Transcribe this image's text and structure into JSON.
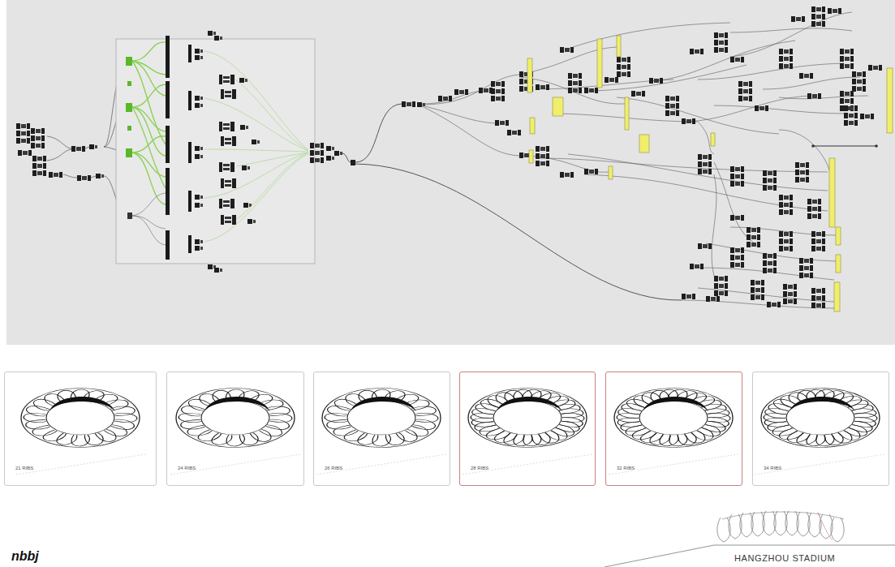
{
  "diagram": {
    "nodes": [
      {
        "text": [
          "21 RIBS"
        ]
      },
      {
        "text": [
          "24 RIBS"
        ]
      },
      {
        "text": [
          "26 RIBS"
        ]
      },
      {
        "text": [
          "28 RIBS"
        ]
      },
      {
        "text": [
          "32 RIBS"
        ]
      },
      {
        "text": [
          "34 RIBS"
        ]
      }
    ],
    "labels": [
      "nbbj",
      "HANGZHOU STADIUM"
    ]
  }
}
